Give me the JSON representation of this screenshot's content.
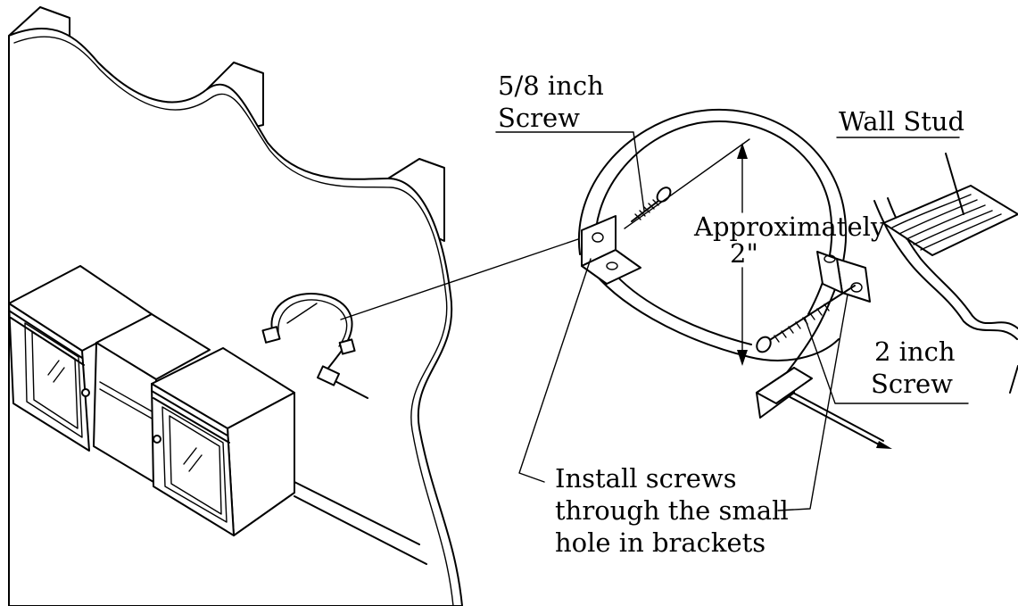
{
  "labels": {
    "screw_small_line1": "5/8 inch",
    "screw_small_line2": "Screw",
    "wall_stud": "Wall Stud",
    "approx_line1": "Approximately",
    "approx_line2": "2\"",
    "screw_large_line1": "2 inch",
    "screw_large_line2": "Screw",
    "install_line1": "Install screws",
    "install_line2": "through the small",
    "install_line3": "hole in brackets"
  }
}
